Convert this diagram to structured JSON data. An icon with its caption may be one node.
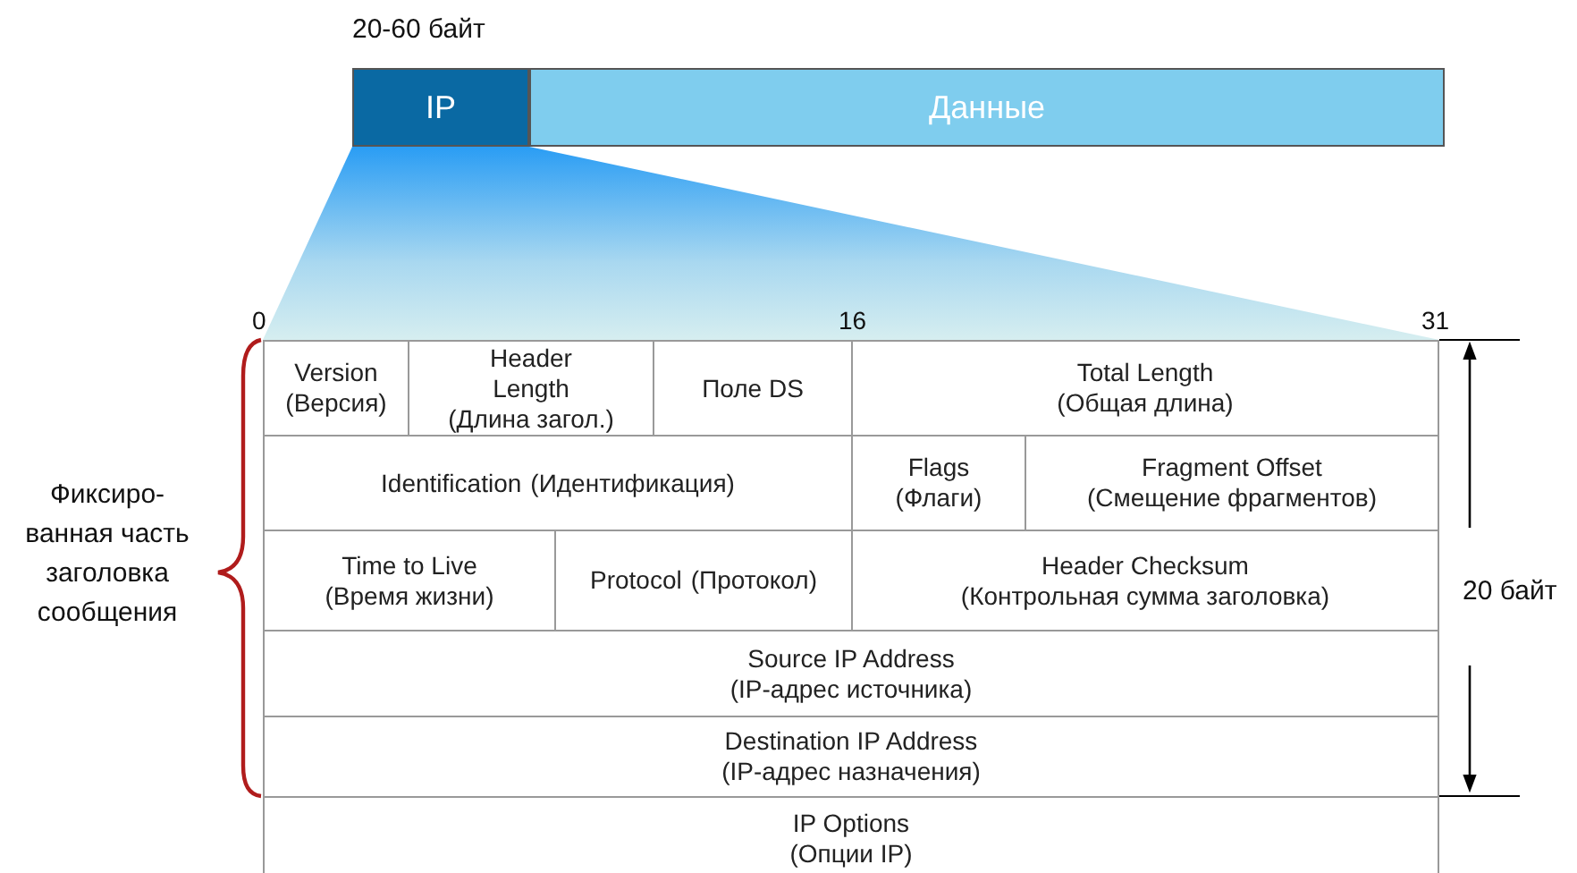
{
  "diagram": {
    "nodes": [
      {
        "text": [
          "IP"
        ]
      },
      {
        "text": [
          "Данные"
        ]
      },
      {
        "text": [
          "Version",
          "(Версия)"
        ]
      },
      {
        "text": [
          "Header Length",
          "(Длина загол.)"
        ]
      },
      {
        "text": [
          "Поле DS"
        ]
      },
      {
        "text": [
          "Total Length",
          "(Общая длина)"
        ]
      },
      {
        "text": [
          "Identification",
          "(Идентификация)"
        ]
      },
      {
        "text": [
          "Flags",
          "(Флаги)"
        ]
      },
      {
        "text": [
          "Fragment Offset",
          "(Смещение фрагментов)"
        ]
      },
      {
        "text": [
          "Time to Live",
          "(Время жизни)"
        ]
      },
      {
        "text": [
          "Protocol",
          "(Протокол)"
        ]
      },
      {
        "text": [
          "Header Checksum",
          "(Контрольная сумма заголовка)"
        ]
      },
      {
        "text": [
          "Source IP Address",
          "(IP-адрес источника)"
        ]
      },
      {
        "text": [
          "Destination IP Address",
          "(IP-адрес назначения)"
        ]
      },
      {
        "text": [
          "IP Options",
          "(Опции IP)"
        ]
      }
    ],
    "edges": [],
    "labels": [
      "20-60 байт",
      "0",
      "16",
      "31",
      "Фиксиро- ванная часть заголовка сообщения",
      "20 байт"
    ]
  }
}
